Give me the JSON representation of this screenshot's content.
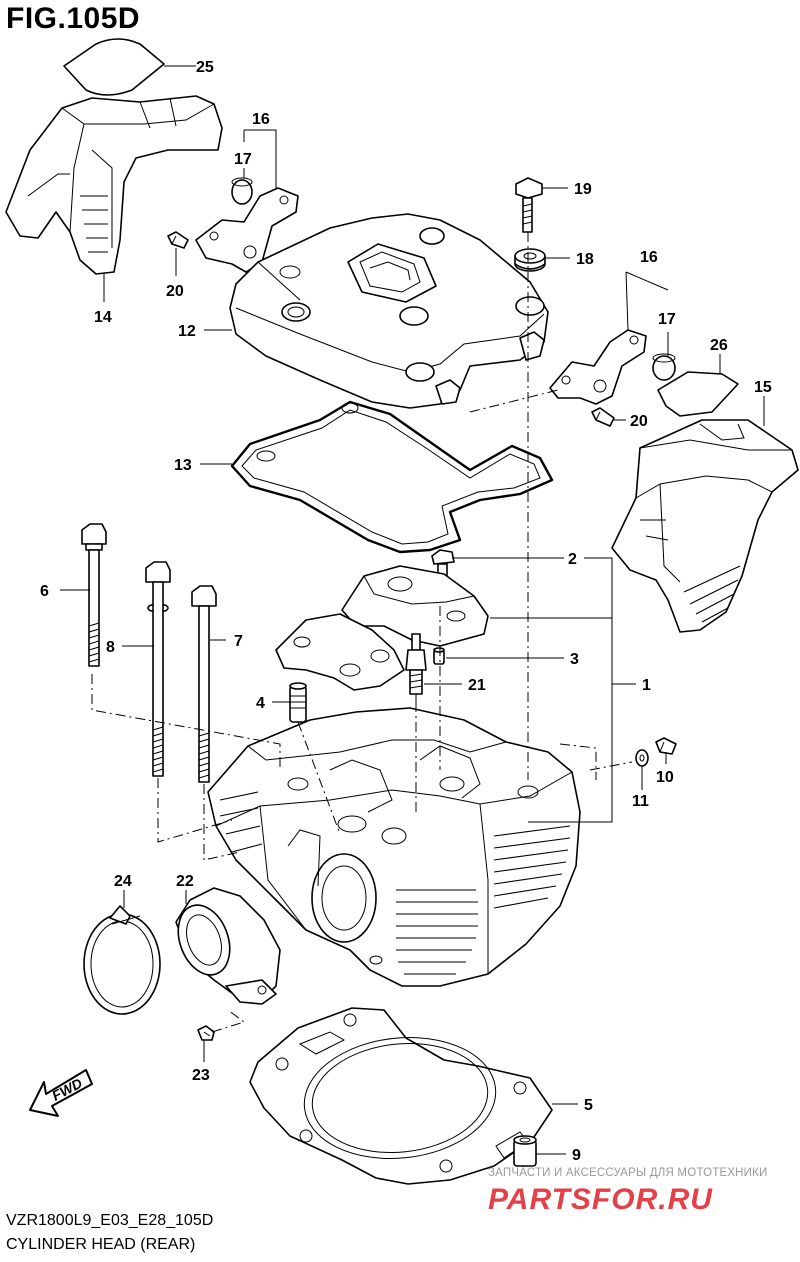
{
  "figure": {
    "title": "FIG.105D",
    "code": "VZR1800L9_E03_E28_105D",
    "caption": "CYLINDER HEAD (REAR)"
  },
  "direction_arrow": {
    "label": "FWD"
  },
  "watermark": {
    "text": "ЗАПЧАСТИ И АКСЕССУАРЫ ДЛЯ МОТОТЕХНИКИ",
    "logo": "PARTSFOR.RU",
    "color": "#e3404a"
  },
  "callouts": [
    {
      "id": "c25",
      "label": "25"
    },
    {
      "id": "c16a",
      "label": "16"
    },
    {
      "id": "c17a",
      "label": "17"
    },
    {
      "id": "c20a",
      "label": "20"
    },
    {
      "id": "c14",
      "label": "14"
    },
    {
      "id": "c19",
      "label": "19"
    },
    {
      "id": "c18",
      "label": "18"
    },
    {
      "id": "c16b",
      "label": "16"
    },
    {
      "id": "c17b",
      "label": "17"
    },
    {
      "id": "c26",
      "label": "26"
    },
    {
      "id": "c15",
      "label": "15"
    },
    {
      "id": "c12",
      "label": "12"
    },
    {
      "id": "c20b",
      "label": "20"
    },
    {
      "id": "c13",
      "label": "13"
    },
    {
      "id": "c2",
      "label": "2"
    },
    {
      "id": "c6",
      "label": "6"
    },
    {
      "id": "c8",
      "label": "8"
    },
    {
      "id": "c7",
      "label": "7"
    },
    {
      "id": "c3",
      "label": "3"
    },
    {
      "id": "c1",
      "label": "1"
    },
    {
      "id": "c21",
      "label": "21"
    },
    {
      "id": "c4",
      "label": "4"
    },
    {
      "id": "c10",
      "label": "10"
    },
    {
      "id": "c11",
      "label": "11"
    },
    {
      "id": "c24",
      "label": "24"
    },
    {
      "id": "c22",
      "label": "22"
    },
    {
      "id": "c23",
      "label": "23"
    },
    {
      "id": "c5",
      "label": "5"
    },
    {
      "id": "c9",
      "label": "9"
    }
  ]
}
